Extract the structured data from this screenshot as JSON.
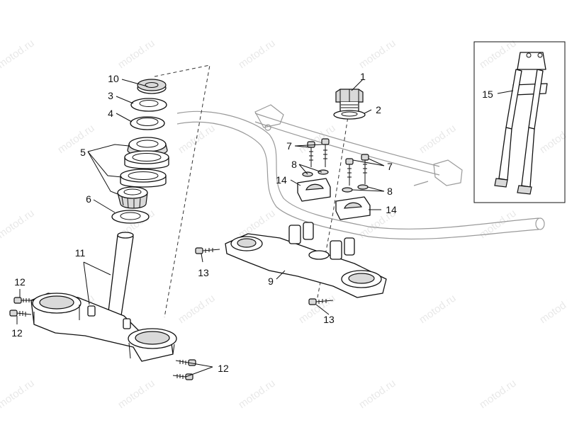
{
  "watermark": "motod.ru",
  "callouts": [
    {
      "id": "1",
      "label": "1"
    },
    {
      "id": "2",
      "label": "2"
    },
    {
      "id": "3",
      "label": "3"
    },
    {
      "id": "4",
      "label": "4"
    },
    {
      "id": "5",
      "label": "5"
    },
    {
      "id": "6",
      "label": "6"
    },
    {
      "id": "7a",
      "label": "7"
    },
    {
      "id": "7b",
      "label": "7"
    },
    {
      "id": "8a",
      "label": "8"
    },
    {
      "id": "8b",
      "label": "8"
    },
    {
      "id": "9",
      "label": "9"
    },
    {
      "id": "10",
      "label": "10"
    },
    {
      "id": "11",
      "label": "11"
    },
    {
      "id": "12a",
      "label": "12"
    },
    {
      "id": "12b",
      "label": "12"
    },
    {
      "id": "12c",
      "label": "12"
    },
    {
      "id": "13a",
      "label": "13"
    },
    {
      "id": "13b",
      "label": "13"
    },
    {
      "id": "14a",
      "label": "14"
    },
    {
      "id": "14b",
      "label": "14"
    },
    {
      "id": "15",
      "label": "15"
    }
  ]
}
